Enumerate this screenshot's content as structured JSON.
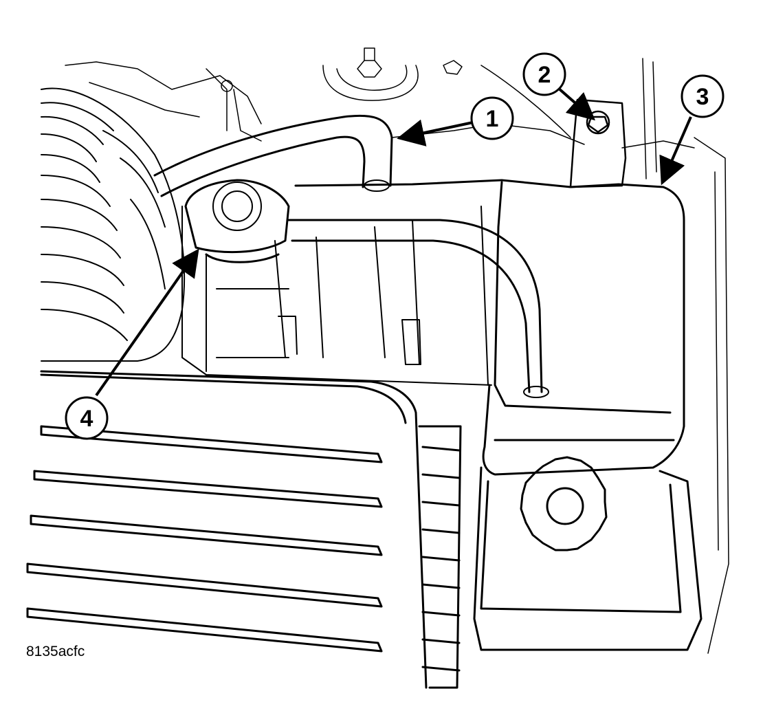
{
  "figure": {
    "id_label": "8135acfc",
    "callouts": [
      {
        "number": "1",
        "part": "hose"
      },
      {
        "number": "2",
        "part": "bolt"
      },
      {
        "number": "3",
        "part": "coolant-recovery-bottle"
      },
      {
        "number": "4",
        "part": "pressure-cap-neck"
      }
    ]
  }
}
